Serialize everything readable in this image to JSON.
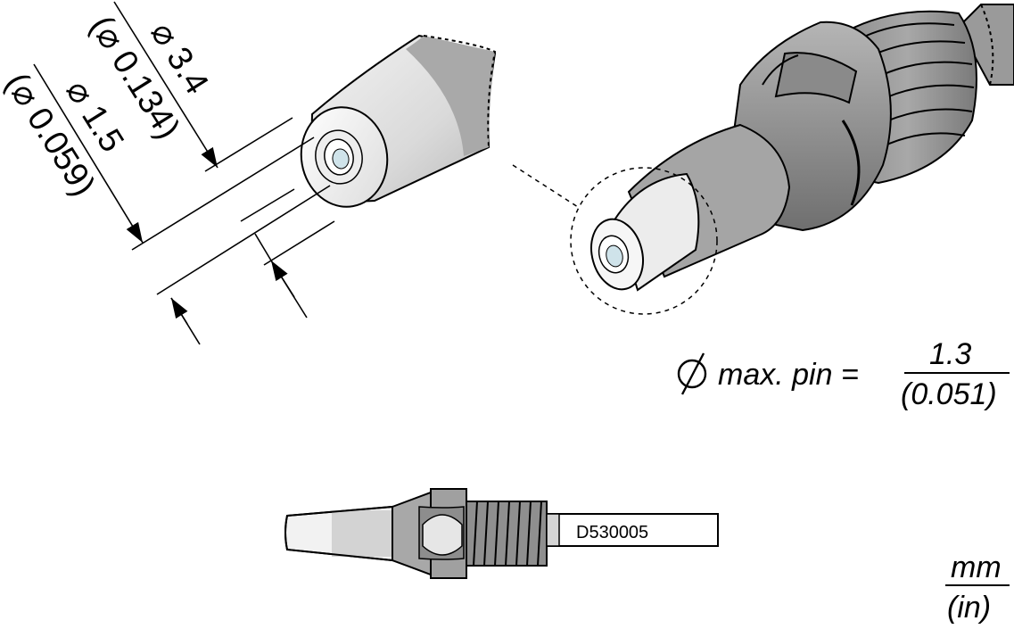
{
  "dimensions": {
    "outer": {
      "mm": "⌀ 3.4",
      "inch": "(⌀ 0.134)"
    },
    "inner": {
      "mm": "⌀ 1.5",
      "inch": "(⌀ 0.059)"
    }
  },
  "max_pin": {
    "label": "max. pin =",
    "symbol": "⌀",
    "mm": "1.3",
    "inch": "(0.051)"
  },
  "part_number": "D530005",
  "units": {
    "top": "mm",
    "bottom": "(in)"
  }
}
